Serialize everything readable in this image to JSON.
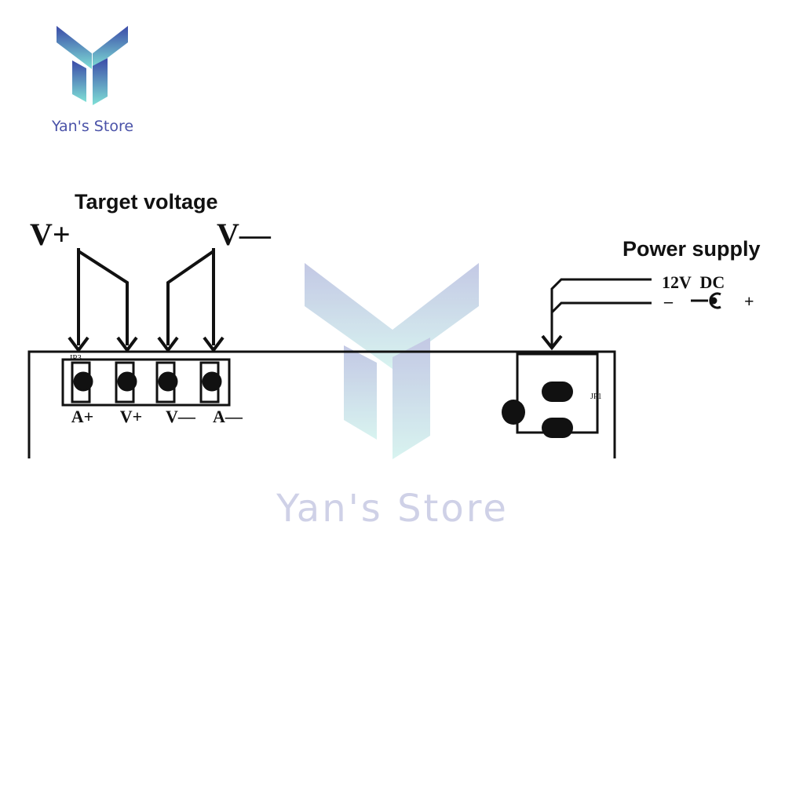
{
  "brand": {
    "name": "Yan's Store",
    "watermark_text": "Yan's Store",
    "logo_icon": "y-logo-icon",
    "colors": {
      "top": "#3b4aa8",
      "bottom": "#7fe0d6"
    }
  },
  "diagram": {
    "target_voltage_label": "Target voltage",
    "v_plus_label": "V+",
    "v_minus_label": "V—",
    "power_supply_label": "Power supply",
    "supply_spec": "12V  DC",
    "supply_polarity_minus": "–",
    "supply_polarity_plus": "+",
    "jp3_label": "JP3",
    "jp1_label": "JP1",
    "terminals": [
      "A+",
      "V+",
      "V—",
      "A—"
    ]
  }
}
